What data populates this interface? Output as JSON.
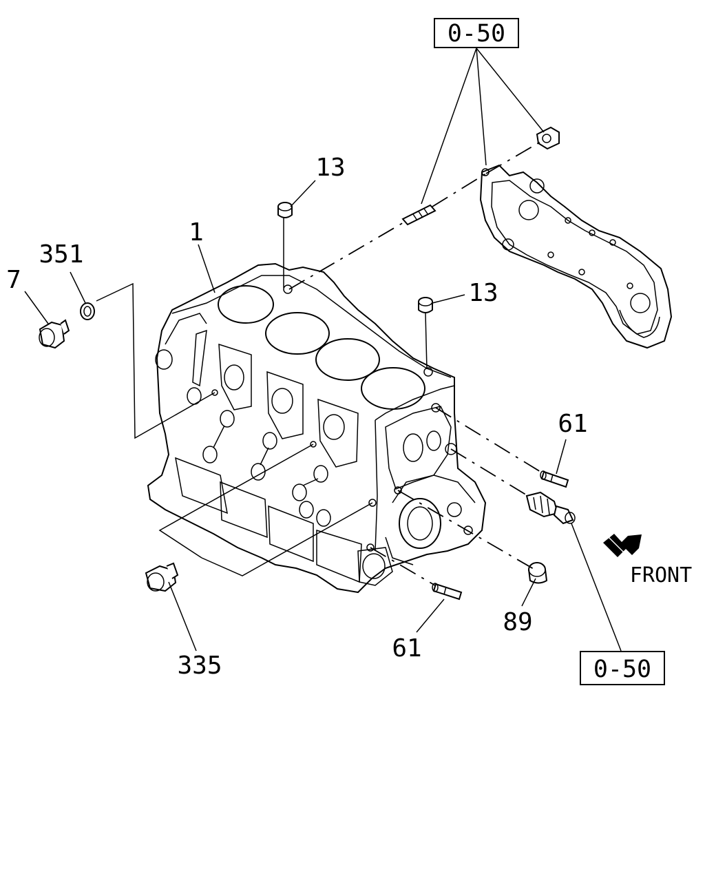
{
  "diagram": {
    "callouts": {
      "block": "1",
      "drain_plug_7": "7",
      "gasket_351": "351",
      "pin_13_top": "13",
      "pin_13_right": "13",
      "dowel_61_right": "61",
      "dowel_61_bottom": "61",
      "plug_89": "89",
      "plug_335": "335"
    },
    "ref_boxes": {
      "top": "0-50",
      "bottom": "0-50"
    },
    "direction_label": "FRONT",
    "direction_icon": "front-arrow-icon"
  }
}
